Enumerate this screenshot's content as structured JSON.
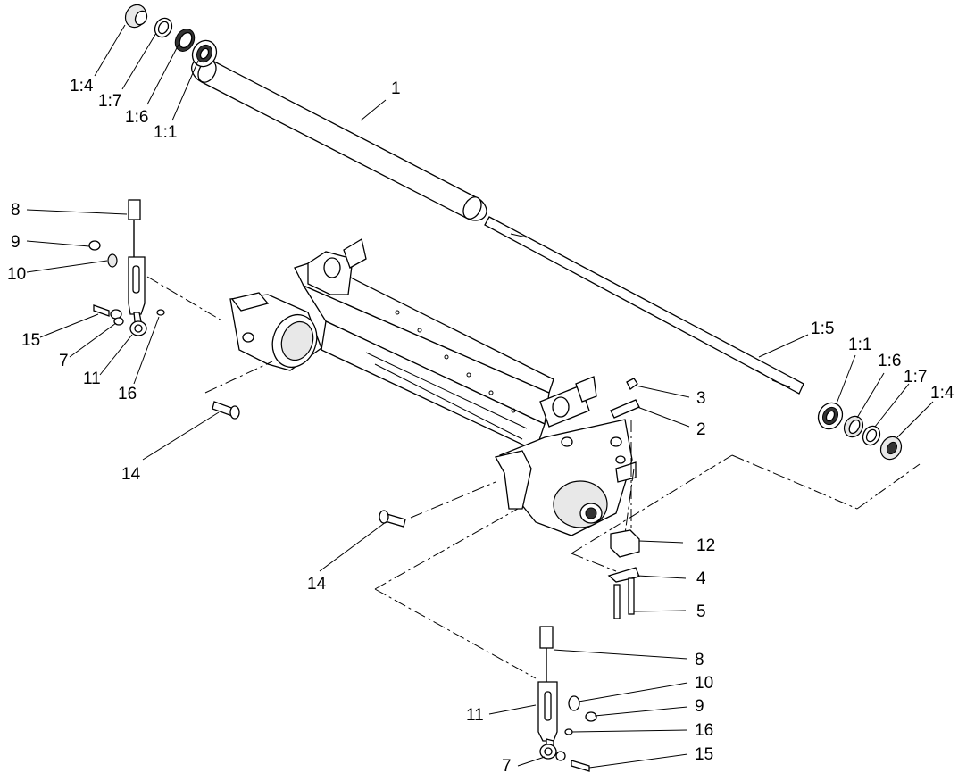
{
  "labels": {
    "roller": "1",
    "shaft": "1:5",
    "tl_cap": "1:4",
    "tl_washer": "1:7",
    "tl_seal": "1:6",
    "tl_bearing": "1:1",
    "r_bearing": "1:1",
    "r_seal": "1:6",
    "r_washer": "1:7",
    "r_cap": "1:4",
    "ul_bolt": "8",
    "ul_nut": "9",
    "ul_washer": "10",
    "ul_screw": "15",
    "ul_spacer": "7",
    "ul_rod": "11",
    "ul_pin": "16",
    "l_pin": "14",
    "c_pin": "14",
    "r_nut": "3",
    "r_plate": "2",
    "r_block": "12",
    "r_clamp": "4",
    "r_bolt": "5",
    "lr_bolt": "8",
    "lr_washer": "10",
    "lr_nut": "9",
    "lr_rod": "11",
    "lr_pin": "16",
    "lr_spacer": "7",
    "lr_screw": "15"
  }
}
